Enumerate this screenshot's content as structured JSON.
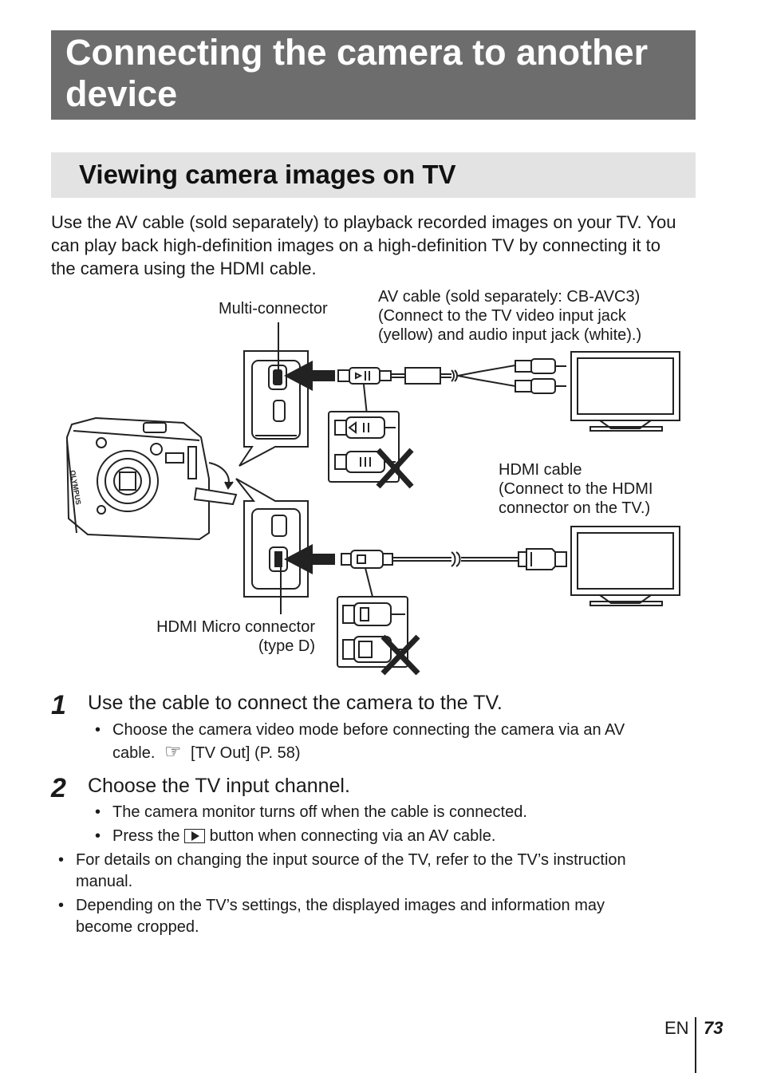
{
  "title": "Connecting the camera to another device",
  "section_title": "Viewing camera images on TV",
  "intro": "Use the AV cable (sold separately) to playback recorded images on your TV. You can play back high-definition images on a high-definition TV by connecting it to the camera using the HDMI cable.",
  "diagram": {
    "multi_connector_label": "Multi-connector",
    "av_cable_label_1": "AV cable (sold separately: CB-AVC3)",
    "av_cable_label_2": "(Connect to the TV video input jack",
    "av_cable_label_3": "(yellow) and audio input jack (white).)",
    "hdmi_cable_label_1": "HDMI cable",
    "hdmi_cable_label_2": "(Connect to the HDMI",
    "hdmi_cable_label_3": "connector on the TV.)",
    "hdmi_micro_label_1": "HDMI Micro connector",
    "hdmi_micro_label_2": "(type D)",
    "camera_brand": "OLYMPUS"
  },
  "steps": [
    {
      "number": "1",
      "text": "Use the cable to connect the camera to the TV.",
      "bullets": [
        {
          "line1": "Choose the camera video mode before connecting the camera via an AV",
          "line2_pre": "cable.",
          "ref_icon": "☞",
          "line2_post": "[TV Out] (P. 58)"
        }
      ]
    },
    {
      "number": "2",
      "text": "Choose the TV input channel.",
      "bullets": [
        {
          "text": "The camera monitor turns off when the cable is connected."
        },
        {
          "pre": "Press the",
          "icon": "playback-button-icon",
          "post": "button when connecting via an AV cable."
        }
      ]
    }
  ],
  "notes": [
    {
      "line1": "For details on changing the input source of the TV, refer to the TV’s instruction",
      "line2": "manual."
    },
    {
      "line1": "Depending on the TV’s settings, the displayed images and information may",
      "line2": "become cropped."
    }
  ],
  "bullet_char": "•",
  "footer": {
    "lang": "EN",
    "page": "73"
  }
}
